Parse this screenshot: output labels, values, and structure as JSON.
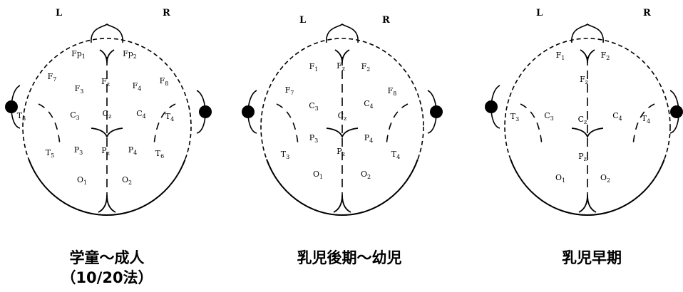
{
  "diagrams": [
    {
      "side_left": "L",
      "side_right": "R",
      "electrodes": [
        {
          "sym": "Fp",
          "sub": "1"
        },
        {
          "sym": "Fp",
          "sub": "2"
        },
        {
          "sym": "F",
          "sub": "7"
        },
        {
          "sym": "F",
          "sub": "3"
        },
        {
          "sym": "F",
          "sub": "z"
        },
        {
          "sym": "F",
          "sub": "4"
        },
        {
          "sym": "F",
          "sub": "8"
        },
        {
          "sym": "T",
          "sub": "3"
        },
        {
          "sym": "C",
          "sub": "3"
        },
        {
          "sym": "C",
          "sub": "z"
        },
        {
          "sym": "C",
          "sub": "4"
        },
        {
          "sym": "T",
          "sub": "4"
        },
        {
          "sym": "T",
          "sub": "5"
        },
        {
          "sym": "P",
          "sub": "3"
        },
        {
          "sym": "P",
          "sub": "z"
        },
        {
          "sym": "P",
          "sub": "4"
        },
        {
          "sym": "T",
          "sub": "6"
        },
        {
          "sym": "O",
          "sub": "1"
        },
        {
          "sym": "O",
          "sub": "2"
        }
      ],
      "caption_line1": "学童～成人",
      "caption_line2": "（10/20法）"
    },
    {
      "side_left": "L",
      "side_right": "R",
      "electrodes": [
        {
          "sym": "F",
          "sub": "1"
        },
        {
          "sym": "F",
          "sub": "z"
        },
        {
          "sym": "F",
          "sub": "2"
        },
        {
          "sym": "F",
          "sub": "7"
        },
        {
          "sym": "F",
          "sub": "8"
        },
        {
          "sym": "C",
          "sub": "3"
        },
        {
          "sym": "C",
          "sub": "z"
        },
        {
          "sym": "C",
          "sub": "4"
        },
        {
          "sym": "P",
          "sub": "3"
        },
        {
          "sym": "P",
          "sub": "4"
        },
        {
          "sym": "T",
          "sub": "3"
        },
        {
          "sym": "P",
          "sub": "z"
        },
        {
          "sym": "T",
          "sub": "4"
        },
        {
          "sym": "O",
          "sub": "1"
        },
        {
          "sym": "O",
          "sub": "2"
        }
      ],
      "caption_line1": "乳児後期～幼児"
    },
    {
      "side_left": "L",
      "side_right": "R",
      "electrodes": [
        {
          "sym": "F",
          "sub": "1"
        },
        {
          "sym": "F",
          "sub": "2"
        },
        {
          "sym": "F",
          "sub": "z"
        },
        {
          "sym": "T",
          "sub": "3"
        },
        {
          "sym": "C",
          "sub": "3"
        },
        {
          "sym": "C",
          "sub": "z"
        },
        {
          "sym": "C",
          "sub": "4"
        },
        {
          "sym": "T",
          "sub": "4"
        },
        {
          "sym": "P",
          "sub": "z"
        },
        {
          "sym": "O",
          "sub": "1"
        },
        {
          "sym": "O",
          "sub": "2"
        }
      ],
      "caption_line1": "乳児早期"
    }
  ]
}
